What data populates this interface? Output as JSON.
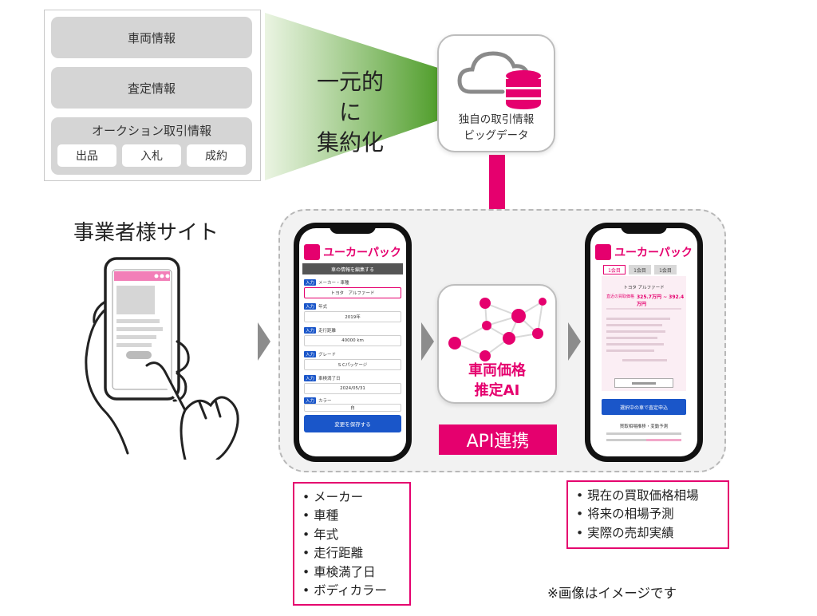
{
  "data_sources": {
    "vehicle_info": "車両情報",
    "appraisal_info": "査定情報",
    "auction": {
      "title": "オークション取引情報",
      "items": [
        "出品",
        "入札",
        "成約"
      ]
    }
  },
  "unify_label": [
    "一元的に",
    "集約化"
  ],
  "bigdata": {
    "caption": [
      "独自の取引情報",
      "ビッグデータ"
    ]
  },
  "business_site": {
    "title": "事業者様サイト"
  },
  "input_phone": {
    "logo": "ユーカーパック",
    "header": "車の情報を編集する",
    "fields": [
      {
        "tag": "入力",
        "label": "メーカー・車種",
        "value": "トヨタ　アルファード",
        "highlight": true
      },
      {
        "tag": "入力",
        "label": "年式",
        "value": "2019年",
        "highlight": false
      },
      {
        "tag": "入力",
        "label": "走行距離",
        "value": "40000 km",
        "highlight": false
      },
      {
        "tag": "入力",
        "label": "グレード",
        "value": "S Cパッケージ",
        "highlight": false
      },
      {
        "tag": "入力",
        "label": "車検満了日",
        "value": "2024/05/31",
        "highlight": false
      },
      {
        "tag": "入力",
        "label": "カラー",
        "value": "白",
        "highlight": false
      }
    ],
    "save_button": "変更を保存する"
  },
  "ai": {
    "label": [
      "車両価格",
      "推定AI"
    ]
  },
  "api": {
    "label": "API連携"
  },
  "result_phone": {
    "logo": "ユーカーパック",
    "tabs": [
      "1会目",
      "1会目",
      "1会目"
    ],
    "car_name": "トヨタ アルファード",
    "price_label": "直近の買取価格",
    "price_range": "325.7万円 ~ 392.4万円",
    "cta_button": "選択中の車で査定申込",
    "chart_title": "買取相場推移・変動予測"
  },
  "input_list": [
    "メーカー",
    "車種",
    "年式",
    "走行距離",
    "車検満了日",
    "ボディカラー"
  ],
  "output_list": [
    "現在の買取価格相場",
    "将来の相場予測",
    "実際の売却実績"
  ],
  "note": "※画像はイメージです",
  "colors": {
    "accent": "#e5006e",
    "blue": "#1a56c9",
    "panel_gray": "#d5d5d5",
    "green": "#5ca832"
  }
}
